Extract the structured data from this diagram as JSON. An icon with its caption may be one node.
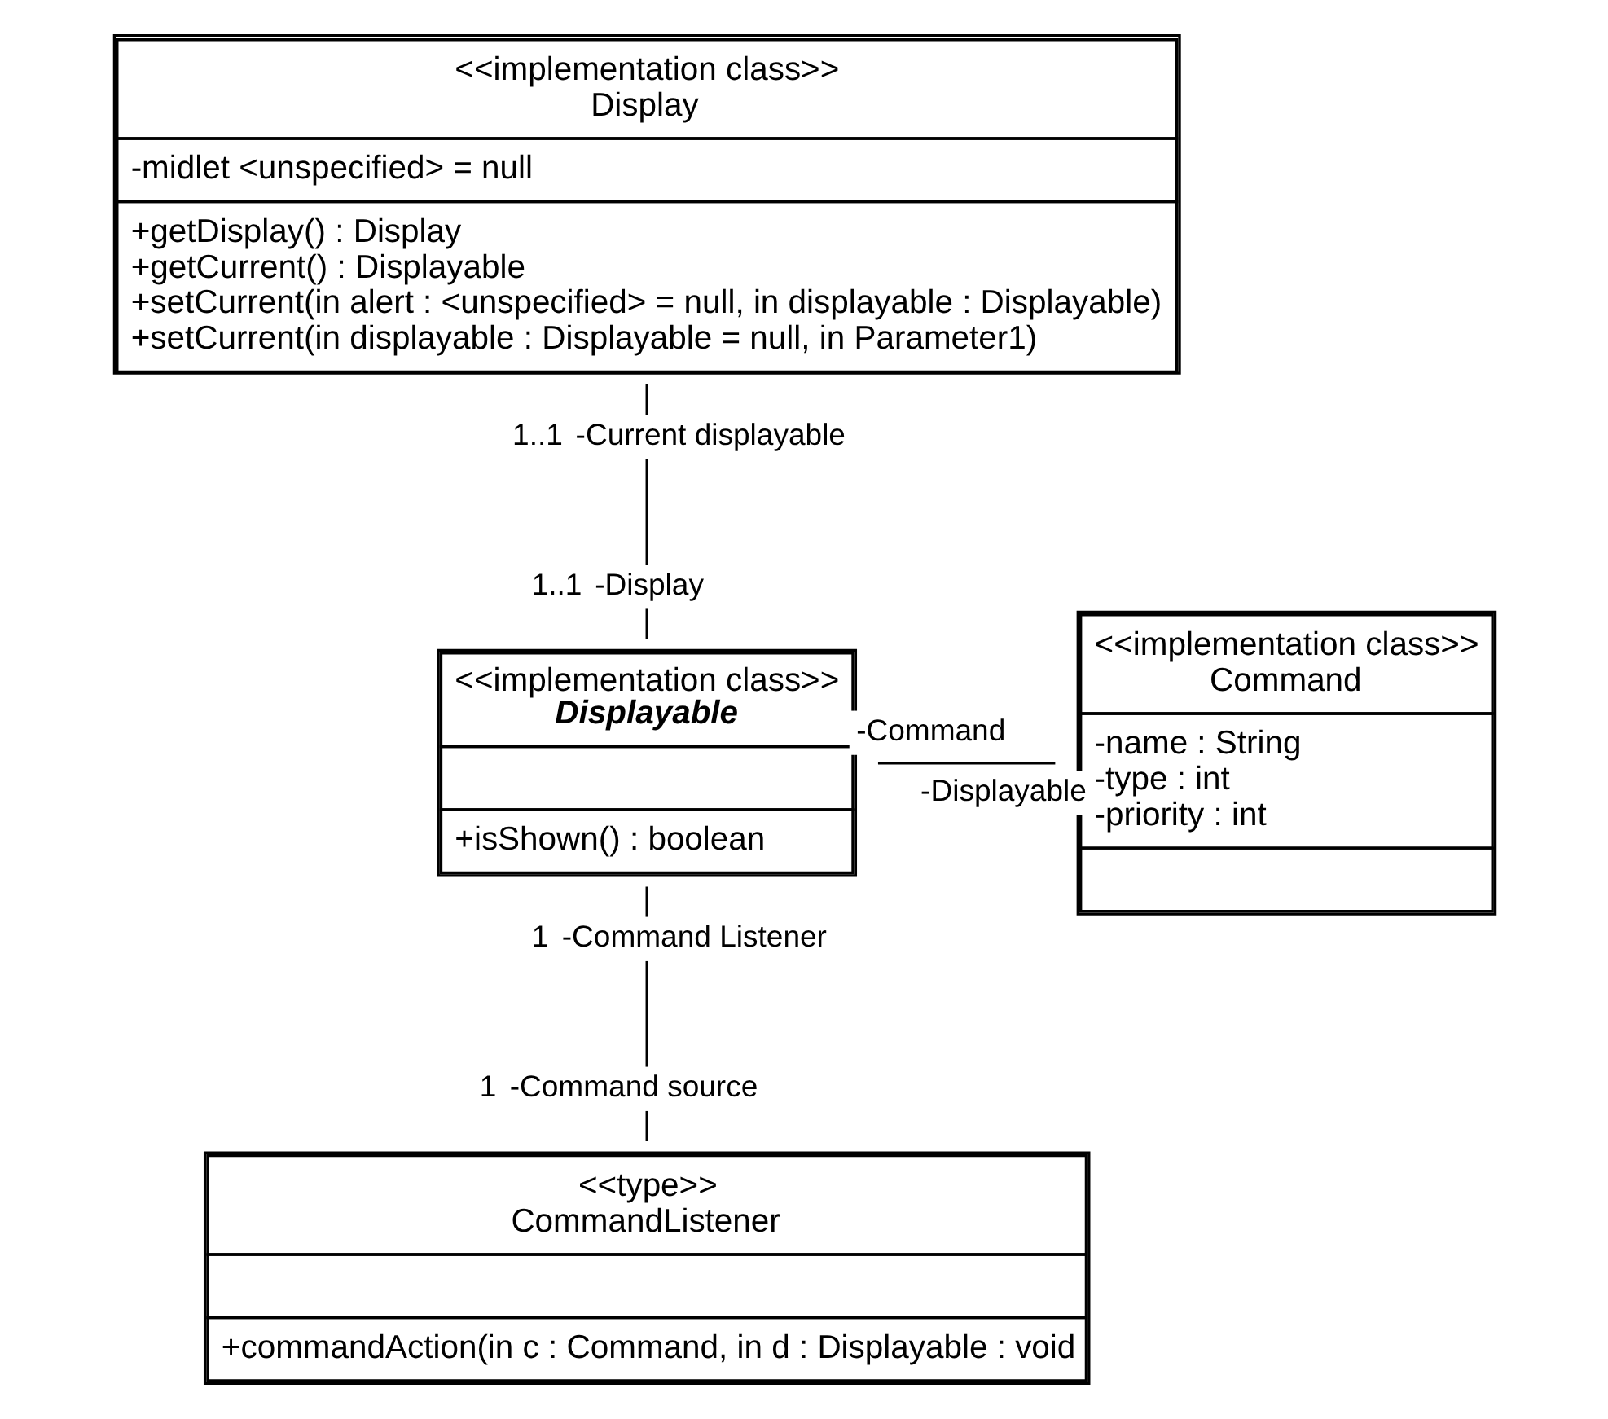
{
  "diagram": {
    "nodes": [
      {
        "text": [
          "<<implementation class>>",
          "Display",
          "-midlet <unspecified> = null",
          "+getDisplay() : Display",
          "+getCurrent() : Displayable",
          "+setCurrent(in alert : <unspecified> = null, in displayable : Displayable)",
          "+setCurrent(in displayable : Displayable = null, in Parameter1)"
        ]
      },
      {
        "text": [
          "<<implementation class>>",
          "Displayable",
          "+isShown() : boolean"
        ]
      },
      {
        "text": [
          "<<implementation class>>",
          "Command",
          "-name : String",
          "-type : int",
          "-priority : int"
        ]
      },
      {
        "text": [
          "<<type>>",
          "CommandListener",
          "+commandAction(in c : Command, in d : Displayable : void"
        ]
      }
    ],
    "edges": [
      {
        "from": 0,
        "to": 1,
        "arrow": "none"
      },
      {
        "from": 1,
        "to": 2,
        "arrow": "none"
      },
      {
        "from": 1,
        "to": 3,
        "arrow": "none"
      }
    ],
    "labels": [
      "1..1",
      "-Current displayable",
      "1..1",
      "-Display",
      "-Command",
      "-Displayable",
      "1",
      "-Command Listener",
      "1",
      "-Command source"
    ]
  }
}
